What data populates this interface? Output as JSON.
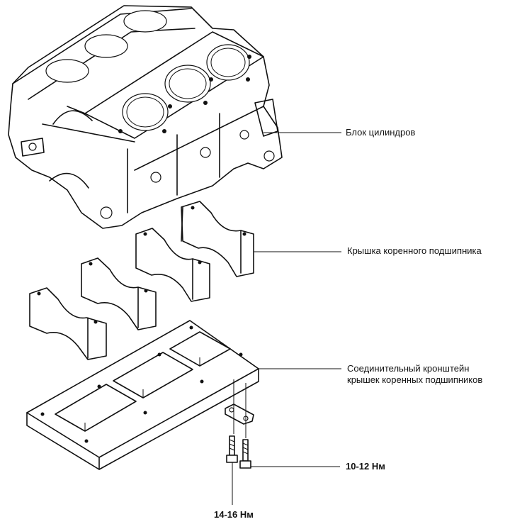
{
  "labels": {
    "cylinder_block": "Блок цилиндров",
    "main_bearing_cap": "Крышка коренного подшипника",
    "bracket_line1": "Соединительный кронштейн",
    "bracket_line2": "крышек коренных подшипников",
    "torque_small": "10-12 Нм",
    "torque_large": "14-16 Нм"
  }
}
